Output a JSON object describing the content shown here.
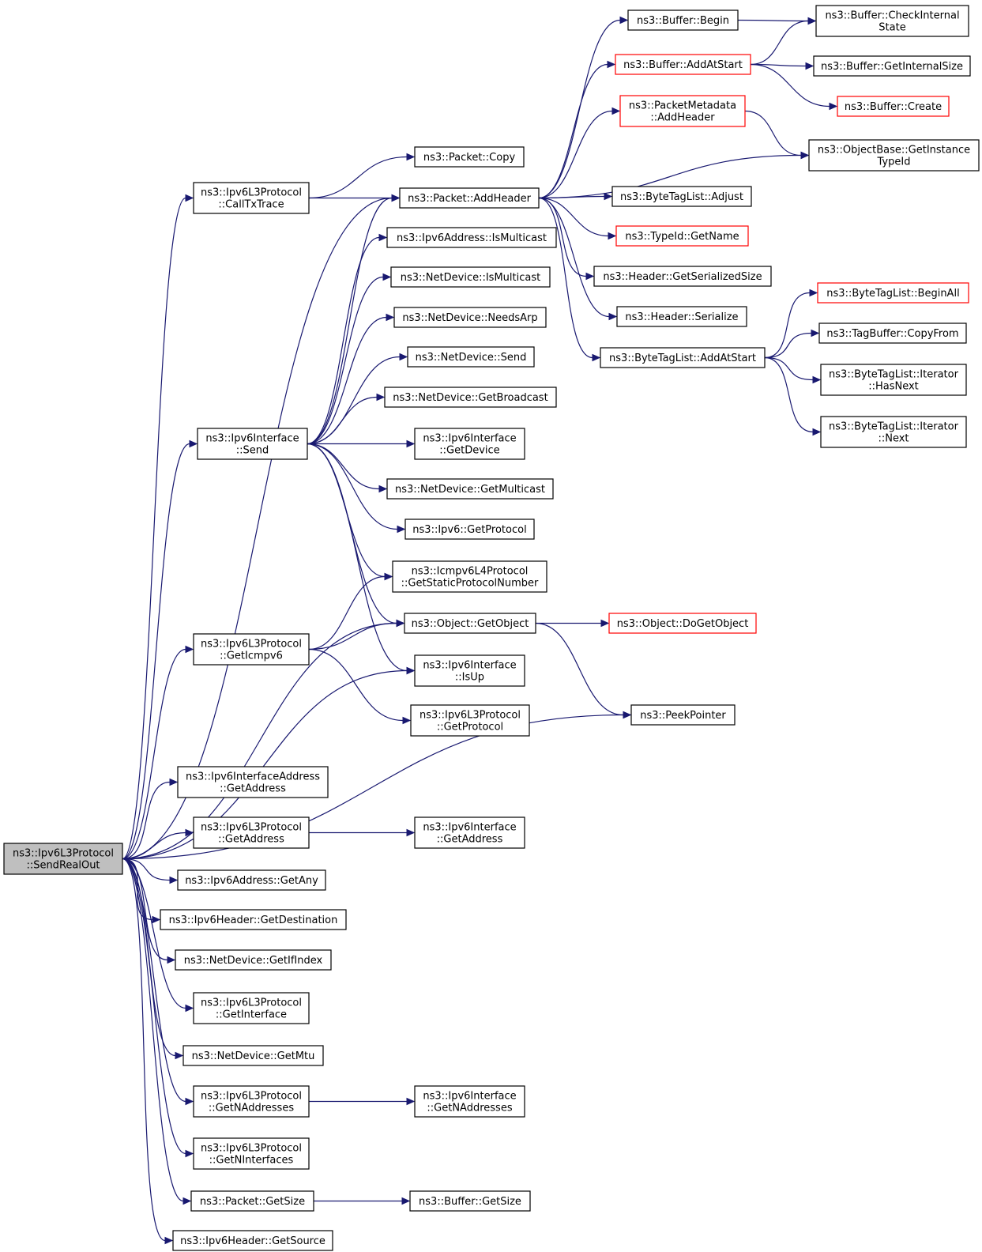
{
  "colors": {
    "edge": "#191970",
    "truncated_border": "#ff0000",
    "root_fill": "#bfbfbf"
  },
  "nodes": [
    {
      "id": "root",
      "lines": [
        "ns3::Ipv6L3Protocol",
        "::SendRealOut"
      ],
      "style": "root"
    },
    {
      "id": "calltx",
      "lines": [
        "ns3::Ipv6L3Protocol",
        "::CallTxTrace"
      ],
      "style": "normal"
    },
    {
      "id": "pcopy",
      "lines": [
        "ns3::Packet::Copy"
      ],
      "style": "normal"
    },
    {
      "id": "paddh",
      "lines": [
        "ns3::Packet::AddHeader"
      ],
      "style": "normal"
    },
    {
      "id": "bbegin",
      "lines": [
        "ns3::Buffer::Begin"
      ],
      "style": "normal"
    },
    {
      "id": "bcheck",
      "lines": [
        "ns3::Buffer::CheckInternal",
        "State"
      ],
      "style": "normal"
    },
    {
      "id": "baddst",
      "lines": [
        "ns3::Buffer::AddAtStart"
      ],
      "style": "truncated"
    },
    {
      "id": "bgetis",
      "lines": [
        "ns3::Buffer::GetInternalSize"
      ],
      "style": "normal"
    },
    {
      "id": "bcreate",
      "lines": [
        "ns3::Buffer::Create"
      ],
      "style": "truncated"
    },
    {
      "id": "pmeta",
      "lines": [
        "ns3::PacketMetadata",
        "::AddHeader"
      ],
      "style": "truncated"
    },
    {
      "id": "objbase",
      "lines": [
        "ns3::ObjectBase::GetInstance",
        "TypeId"
      ],
      "style": "normal"
    },
    {
      "id": "btladj",
      "lines": [
        "ns3::ByteTagList::Adjust"
      ],
      "style": "normal"
    },
    {
      "id": "typeid",
      "lines": [
        "ns3::TypeId::GetName"
      ],
      "style": "truncated"
    },
    {
      "id": "hgss",
      "lines": [
        "ns3::Header::GetSerializedSize"
      ],
      "style": "normal"
    },
    {
      "id": "hser",
      "lines": [
        "ns3::Header::Serialize"
      ],
      "style": "normal"
    },
    {
      "id": "btlbeg",
      "lines": [
        "ns3::ByteTagList::BeginAll"
      ],
      "style": "truncated"
    },
    {
      "id": "tbcopy",
      "lines": [
        "ns3::TagBuffer::CopyFrom"
      ],
      "style": "normal"
    },
    {
      "id": "btladd",
      "lines": [
        "ns3::ByteTagList::AddAtStart"
      ],
      "style": "normal"
    },
    {
      "id": "itnext",
      "lines": [
        "ns3::ByteTagList::Iterator",
        "::HasNext"
      ],
      "style": "normal"
    },
    {
      "id": "itnx",
      "lines": [
        "ns3::ByteTagList::Iterator",
        "::Next"
      ],
      "style": "normal"
    },
    {
      "id": "v6mc",
      "lines": [
        "ns3::Ipv6Address::IsMulticast"
      ],
      "style": "normal"
    },
    {
      "id": "ndmc",
      "lines": [
        "ns3::NetDevice::IsMulticast"
      ],
      "style": "normal"
    },
    {
      "id": "ndarp",
      "lines": [
        "ns3::NetDevice::NeedsArp"
      ],
      "style": "normal"
    },
    {
      "id": "ndsend",
      "lines": [
        "ns3::NetDevice::Send"
      ],
      "style": "normal"
    },
    {
      "id": "ndbc",
      "lines": [
        "ns3::NetDevice::GetBroadcast"
      ],
      "style": "normal"
    },
    {
      "id": "ifsend",
      "lines": [
        "ns3::Ipv6Interface",
        "::Send"
      ],
      "style": "normal"
    },
    {
      "id": "ifdev",
      "lines": [
        "ns3::Ipv6Interface",
        "::GetDevice"
      ],
      "style": "normal"
    },
    {
      "id": "ndgmc",
      "lines": [
        "ns3::NetDevice::GetMulticast"
      ],
      "style": "normal"
    },
    {
      "id": "ipv6gp",
      "lines": [
        "ns3::Ipv6::GetProtocol"
      ],
      "style": "normal"
    },
    {
      "id": "icmpn",
      "lines": [
        "ns3::Icmpv6L4Protocol",
        "::GetStaticProtocolNumber"
      ],
      "style": "normal"
    },
    {
      "id": "objget",
      "lines": [
        "ns3::Object::GetObject"
      ],
      "style": "normal"
    },
    {
      "id": "objdo",
      "lines": [
        "ns3::Object::DoGetObject"
      ],
      "style": "truncated"
    },
    {
      "id": "geticmp",
      "lines": [
        "ns3::Ipv6L3Protocol",
        "::GetIcmpv6"
      ],
      "style": "normal"
    },
    {
      "id": "ifup",
      "lines": [
        "ns3::Ipv6Interface",
        "::IsUp"
      ],
      "style": "normal"
    },
    {
      "id": "l3gp",
      "lines": [
        "ns3::Ipv6L3Protocol",
        "::GetProtocol"
      ],
      "style": "normal"
    },
    {
      "id": "peek",
      "lines": [
        "ns3::PeekPointer"
      ],
      "style": "normal"
    },
    {
      "id": "ifaddr",
      "lines": [
        "ns3::Ipv6InterfaceAddress",
        "::GetAddress"
      ],
      "style": "normal"
    },
    {
      "id": "l3addr",
      "lines": [
        "ns3::Ipv6L3Protocol",
        "::GetAddress"
      ],
      "style": "normal"
    },
    {
      "id": "ifgaddr",
      "lines": [
        "ns3::Ipv6Interface",
        "::GetAddress"
      ],
      "style": "normal"
    },
    {
      "id": "v6any",
      "lines": [
        "ns3::Ipv6Address::GetAny"
      ],
      "style": "normal"
    },
    {
      "id": "hdst",
      "lines": [
        "ns3::Ipv6Header::GetDestination"
      ],
      "style": "normal"
    },
    {
      "id": "ndidx",
      "lines": [
        "ns3::NetDevice::GetIfIndex"
      ],
      "style": "normal"
    },
    {
      "id": "l3if",
      "lines": [
        "ns3::Ipv6L3Protocol",
        "::GetInterface"
      ],
      "style": "normal"
    },
    {
      "id": "ndmtu",
      "lines": [
        "ns3::NetDevice::GetMtu"
      ],
      "style": "normal"
    },
    {
      "id": "l3naddr",
      "lines": [
        "ns3::Ipv6L3Protocol",
        "::GetNAddresses"
      ],
      "style": "normal"
    },
    {
      "id": "ifnaddr",
      "lines": [
        "ns3::Ipv6Interface",
        "::GetNAddresses"
      ],
      "style": "normal"
    },
    {
      "id": "l3nif",
      "lines": [
        "ns3::Ipv6L3Protocol",
        "::GetNInterfaces"
      ],
      "style": "normal"
    },
    {
      "id": "psize",
      "lines": [
        "ns3::Packet::GetSize"
      ],
      "style": "normal"
    },
    {
      "id": "bsize",
      "lines": [
        "ns3::Buffer::GetSize"
      ],
      "style": "normal"
    },
    {
      "id": "hsrc",
      "lines": [
        "ns3::Ipv6Header::GetSource"
      ],
      "style": "normal"
    }
  ],
  "edges": [
    [
      "root",
      "calltx"
    ],
    [
      "root",
      "paddh"
    ],
    [
      "root",
      "ifsend"
    ],
    [
      "root",
      "objget"
    ],
    [
      "root",
      "geticmp"
    ],
    [
      "root",
      "ifup"
    ],
    [
      "root",
      "peek"
    ],
    [
      "root",
      "ifaddr"
    ],
    [
      "root",
      "l3addr"
    ],
    [
      "root",
      "v6any"
    ],
    [
      "root",
      "hdst"
    ],
    [
      "root",
      "ndidx"
    ],
    [
      "root",
      "l3if"
    ],
    [
      "root",
      "ndmtu"
    ],
    [
      "root",
      "l3naddr"
    ],
    [
      "root",
      "l3nif"
    ],
    [
      "root",
      "psize"
    ],
    [
      "root",
      "hsrc"
    ],
    [
      "calltx",
      "pcopy"
    ],
    [
      "calltx",
      "paddh"
    ],
    [
      "paddh",
      "bbegin"
    ],
    [
      "paddh",
      "baddst"
    ],
    [
      "paddh",
      "pmeta"
    ],
    [
      "paddh",
      "objbase"
    ],
    [
      "paddh",
      "btladj"
    ],
    [
      "paddh",
      "typeid"
    ],
    [
      "paddh",
      "hgss"
    ],
    [
      "paddh",
      "hser"
    ],
    [
      "paddh",
      "btladd"
    ],
    [
      "bbegin",
      "bcheck"
    ],
    [
      "baddst",
      "bcheck"
    ],
    [
      "baddst",
      "bgetis"
    ],
    [
      "baddst",
      "bcreate"
    ],
    [
      "pmeta",
      "objbase"
    ],
    [
      "btladd",
      "btlbeg"
    ],
    [
      "btladd",
      "tbcopy"
    ],
    [
      "btladd",
      "itnext"
    ],
    [
      "btladd",
      "itnx"
    ],
    [
      "ifsend",
      "paddh"
    ],
    [
      "ifsend",
      "v6mc"
    ],
    [
      "ifsend",
      "ndmc"
    ],
    [
      "ifsend",
      "ndarp"
    ],
    [
      "ifsend",
      "ndsend"
    ],
    [
      "ifsend",
      "ndbc"
    ],
    [
      "ifsend",
      "ifdev"
    ],
    [
      "ifsend",
      "ndgmc"
    ],
    [
      "ifsend",
      "ipv6gp"
    ],
    [
      "ifsend",
      "icmpn"
    ],
    [
      "ifsend",
      "objget"
    ],
    [
      "ifsend",
      "ifup"
    ],
    [
      "objget",
      "objdo"
    ],
    [
      "objget",
      "peek"
    ],
    [
      "geticmp",
      "icmpn"
    ],
    [
      "geticmp",
      "objget"
    ],
    [
      "geticmp",
      "l3gp"
    ],
    [
      "l3addr",
      "ifgaddr"
    ],
    [
      "l3naddr",
      "ifnaddr"
    ],
    [
      "psize",
      "bsize"
    ]
  ]
}
